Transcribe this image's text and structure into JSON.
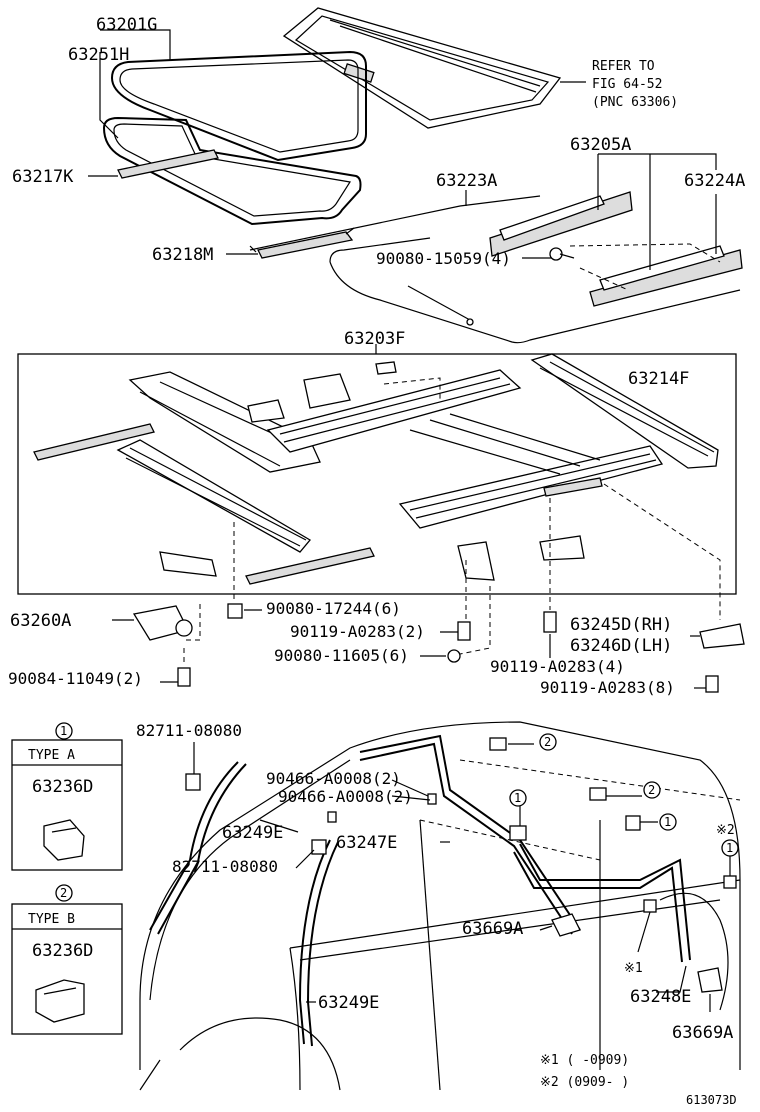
{
  "labels": {
    "p63201G": "63201G",
    "p63251H": "63251H",
    "p63217K": "63217K",
    "p63218M": "63218M",
    "p63223A": "63223A",
    "p63205A": "63205A",
    "p63224A": "63224A",
    "p90080_15059": "90080-15059(4)",
    "p63203F": "63203F",
    "p63214F": "63214F",
    "p63260A": "63260A",
    "p90080_17244": "90080-17244(6)",
    "p90119_A0283_2": "90119-A0283(2)",
    "p90080_11605": "90080-11605(6)",
    "p63245D": "63245D(RH)",
    "p63246D": "63246D(LH)",
    "p90119_A0283_4": "90119-A0283(4)",
    "p90119_A0283_8": "90119-A0283(8)",
    "p90084_11049": "90084-11049(2)",
    "p82711_08080_top": "82711-08080",
    "p90466_a": "90466-A0008(2)",
    "p90466_b": "90466-A0008(2)",
    "p63249E_top": "63249E",
    "p63247E": "63247E",
    "p82711_08080_mid": "82711-08080",
    "p63669A_mid": "63669A",
    "p63249E_bot": "63249E",
    "p63248E": "63248E",
    "p63669A_bot": "63669A"
  },
  "refer": {
    "line1": "REFER TO",
    "line2": "FIG 64-52",
    "line3": "(PNC 63306)"
  },
  "types": {
    "a": {
      "circle": "1",
      "title": "TYPE  A",
      "part": "63236D"
    },
    "b": {
      "circle": "2",
      "title": "TYPE  B",
      "part": "63236D"
    }
  },
  "callouts": {
    "c2_top": "2",
    "c1_a": "1",
    "c2_b": "2",
    "c1_b": "1",
    "c1_c": "1",
    "x2_mark": "※2",
    "x1_mark": "※1"
  },
  "footnotes": {
    "note1": "※1 (     -0909)",
    "note2": "※2 (0909-     )"
  },
  "figure_code": "613073D"
}
